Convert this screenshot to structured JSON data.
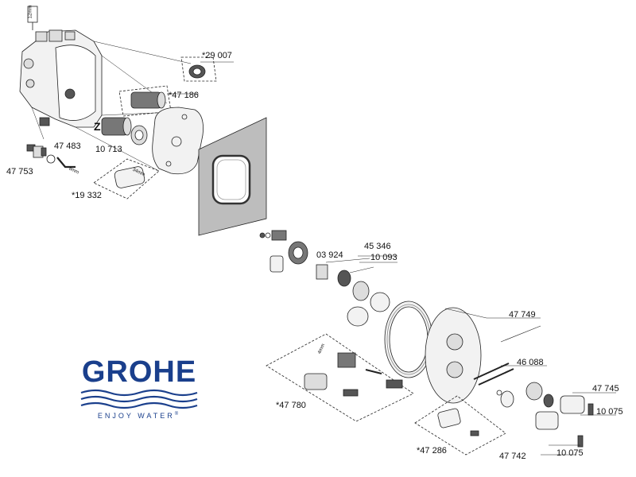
{
  "brand": {
    "name": "GROHE",
    "tagline": "ENJOY WATER",
    "registered": "®",
    "color": "#1a3f8c"
  },
  "colors": {
    "line": "#222222",
    "plate": "#bdbdbd",
    "part_light": "#f2f2f2",
    "part_dark": "#555555"
  },
  "part_labels": {
    "p29007": "*29 007",
    "p47186": "*47 186",
    "z": "Z",
    "p47483": "47 483",
    "p10713": "10 713",
    "p47753": "47 753",
    "p19332": "*19 332",
    "p03924": "03 924",
    "p45346": "45 346",
    "p10093": "10 093",
    "p47749": "47 749",
    "p46088": "46 088",
    "p47745": "47 745",
    "p10075a": "10 075",
    "p47780": "*47 780",
    "p47286": "*47 286",
    "p47742": "47 742",
    "p10075b": "10 075"
  },
  "dimension_marks": {
    "d12mm": "12mm",
    "d8mm": "8mm",
    "d34mm": "34mm",
    "d4mm": "4mm"
  }
}
